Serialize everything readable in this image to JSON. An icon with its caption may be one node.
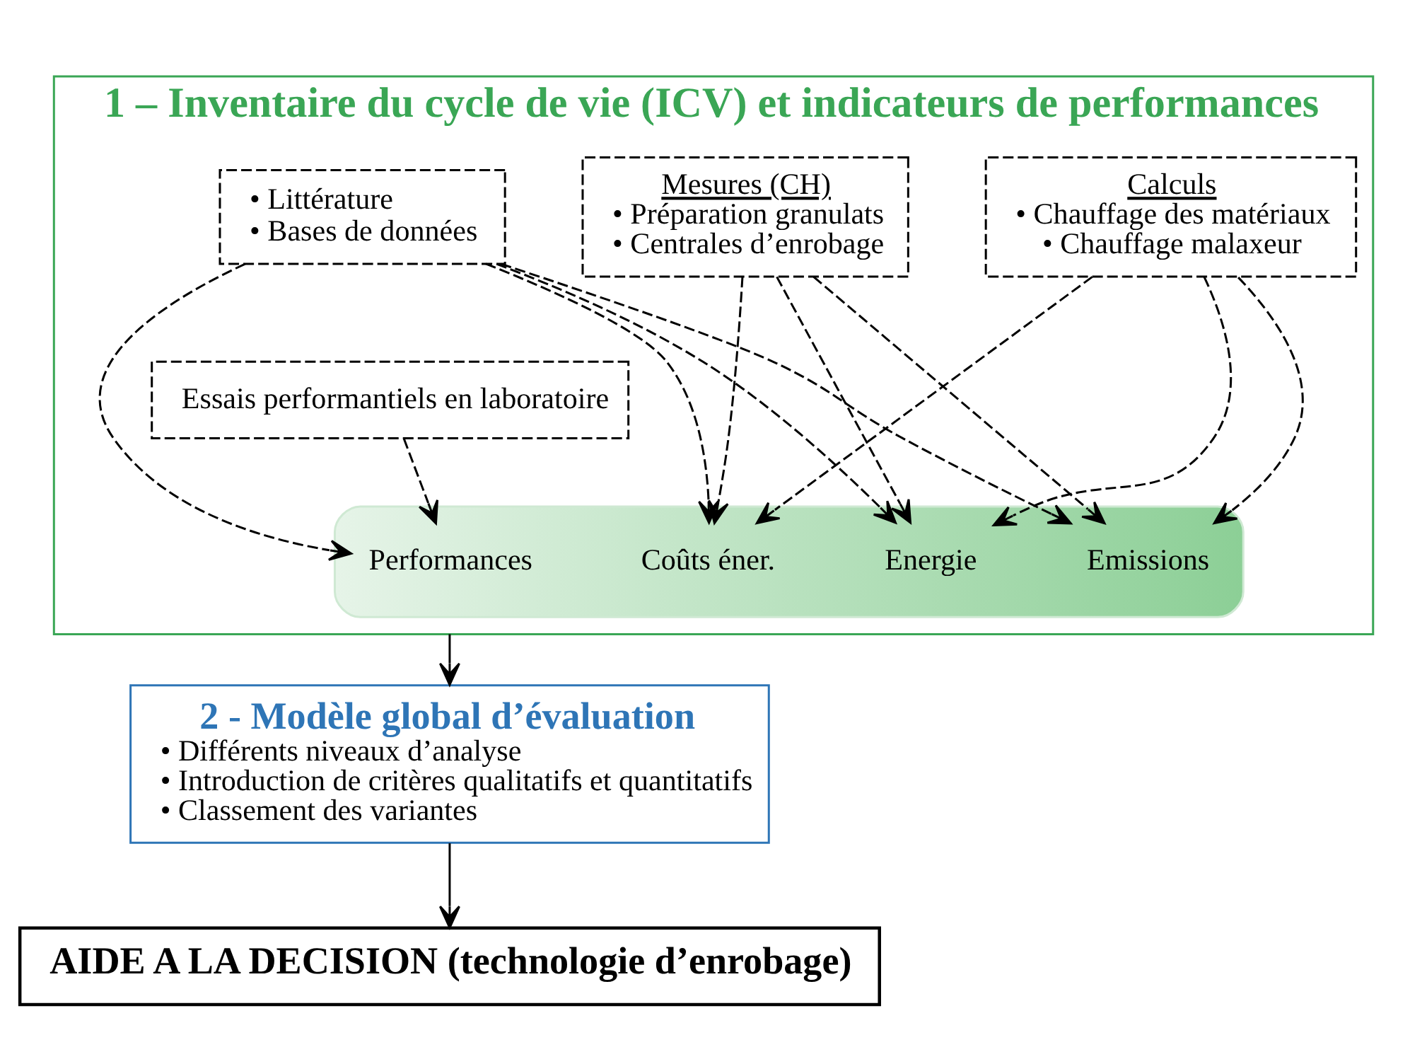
{
  "diagram": {
    "nodes": [
      {
        "text": [
          "1 – Inventaire du cycle de vie (ICV) et indicateurs de performances"
        ]
      },
      {
        "text": [
          "Calculs",
          "• Chauffage des matériaux",
          "• Chauffage malaxeur"
        ],
        "in": 0
      },
      {
        "text": [
          "Mesures (CH)",
          "• Préparation granulats",
          "• Centrales d’enrobage"
        ],
        "in": 0
      },
      {
        "text": [
          "• Littérature",
          "• Bases de données"
        ],
        "in": 0
      },
      {
        "text": [
          "Essais performantiels en laboratoire"
        ],
        "in": 0
      },
      {
        "text": [],
        "shape": "bar",
        "in": 0
      },
      {
        "text": [
          "Energie"
        ],
        "in": 5
      },
      {
        "text": [
          "Emissions"
        ],
        "in": 5
      },
      {
        "text": [
          "Coûts éner."
        ],
        "in": 5
      },
      {
        "text": [
          "Performances"
        ],
        "in": 5
      },
      {
        "text": [
          "2 - Modèle global d’évaluation",
          "• Différents niveaux d’analyse",
          "• Introduction de critères qualitatifs et quantitatifs",
          "• Classement des variantes"
        ]
      },
      {
        "text": [
          "AIDE A LA DECISION (technologie d’enrobage)"
        ]
      }
    ],
    "edges": [
      {
        "from": 1,
        "to": 6,
        "arrow": "to",
        "style": "dashed"
      },
      {
        "from": 1,
        "to": 7,
        "arrow": "to",
        "style": "dashed"
      },
      {
        "from": 1,
        "to": 8,
        "arrow": "to",
        "style": "dashed"
      },
      {
        "from": 2,
        "to": 6,
        "arrow": "to",
        "style": "dashed"
      },
      {
        "from": 2,
        "to": 7,
        "arrow": "to",
        "style": "dashed"
      },
      {
        "from": 2,
        "to": 8,
        "arrow": "to",
        "style": "dashed"
      },
      {
        "from": 3,
        "to": 6,
        "arrow": "to",
        "style": "dashed"
      },
      {
        "from": 3,
        "to": 7,
        "arrow": "to",
        "style": "dashed"
      },
      {
        "from": 3,
        "to": 8,
        "arrow": "to",
        "style": "dashed"
      },
      {
        "from": 3,
        "to": 9,
        "arrow": "to",
        "style": "dashed"
      },
      {
        "from": 4,
        "to": 9,
        "arrow": "to",
        "style": "dashed"
      },
      {
        "from": 0,
        "to": 10,
        "arrow": "to"
      },
      {
        "from": 10,
        "to": 11,
        "arrow": "to"
      }
    ]
  }
}
